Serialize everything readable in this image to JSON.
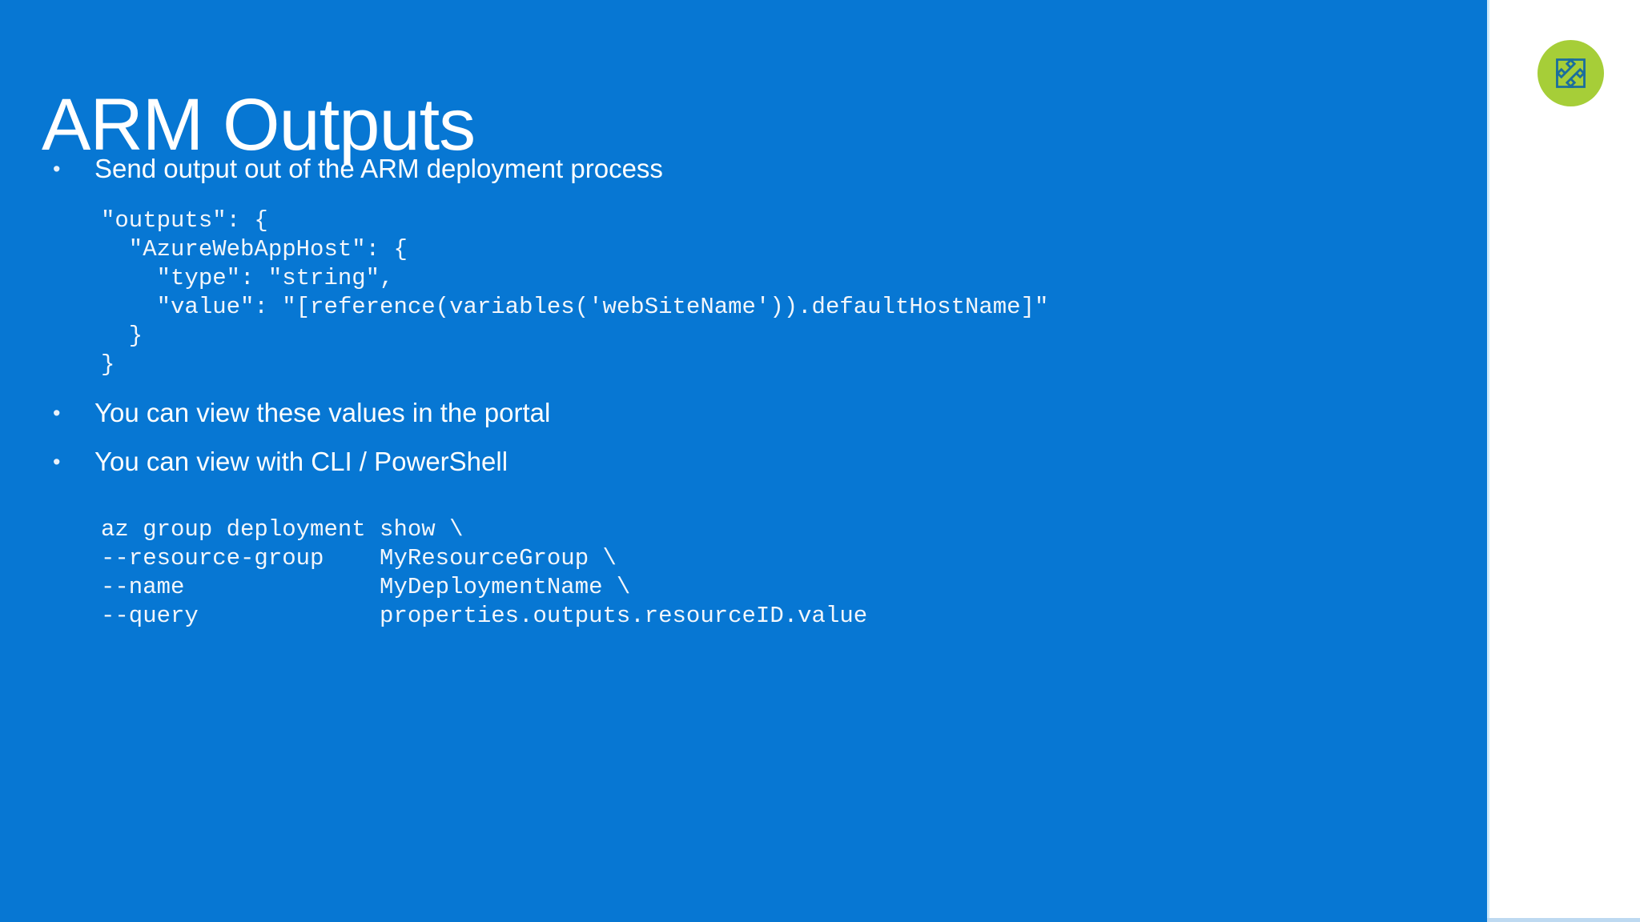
{
  "slide": {
    "title": "ARM Outputs",
    "bullet_glyph": "•",
    "bullets": [
      "Send output out of the ARM deployment process",
      "You can view these values in the portal",
      "You can view with CLI / PowerShell"
    ],
    "json_code": {
      "lines": [
        "\"outputs\": {",
        "  \"AzureWebAppHost\": {",
        "    \"type\": \"string\",",
        "    \"value\": \"[reference(variables('webSiteName')).defaultHostName]\"",
        "  }",
        "}"
      ]
    },
    "cli_code": {
      "lines": [
        "az group deployment show \\",
        "--resource-group    MyResourceGroup \\",
        "--name              MyDeploymentName \\",
        "--query             properties.outputs.resourceID.value"
      ]
    }
  },
  "panel": {
    "expand_button_icon": "expand-arrows-icon"
  },
  "colors": {
    "slide_background": "#0777d3",
    "text": "#ffffff",
    "panel_background": "#ffffff",
    "button_green": "#a6ce38",
    "arrow_blue": "#1b6e9d",
    "footer_strip": "#bdd9f1",
    "panel_edge": "#cde9fb"
  }
}
